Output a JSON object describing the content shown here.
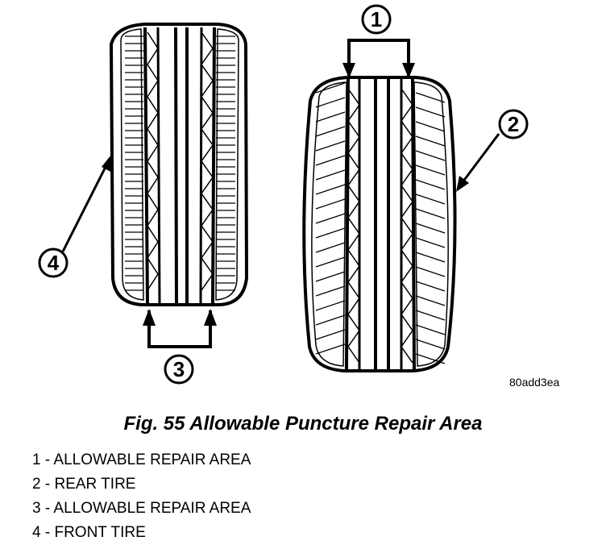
{
  "callouts": [
    {
      "number": "1"
    },
    {
      "number": "2"
    },
    {
      "number": "3"
    },
    {
      "number": "4"
    }
  ],
  "figure_code": "80add3ea",
  "caption": "Fig. 55 Allowable Puncture Repair Area",
  "legend": [
    {
      "number": "1",
      "text": "ALLOWABLE REPAIR AREA"
    },
    {
      "number": "2",
      "text": "REAR TIRE"
    },
    {
      "number": "3",
      "text": "ALLOWABLE REPAIR AREA"
    },
    {
      "number": "4",
      "text": "FRONT TIRE"
    }
  ],
  "colors": {
    "ink": "#000000",
    "paper": "#ffffff"
  }
}
